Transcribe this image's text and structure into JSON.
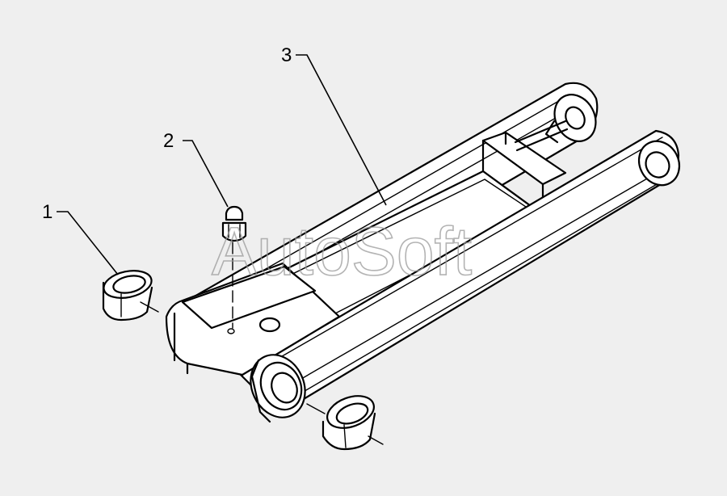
{
  "diagram": {
    "callouts": [
      {
        "id": "1",
        "label": "1"
      },
      {
        "id": "2",
        "label": "2"
      },
      {
        "id": "3",
        "label": "3"
      }
    ]
  },
  "watermark": {
    "text": "AutoSoft"
  },
  "colors": {
    "background": "#efefef",
    "line": "#000000",
    "watermark": "#9a9a9a"
  }
}
